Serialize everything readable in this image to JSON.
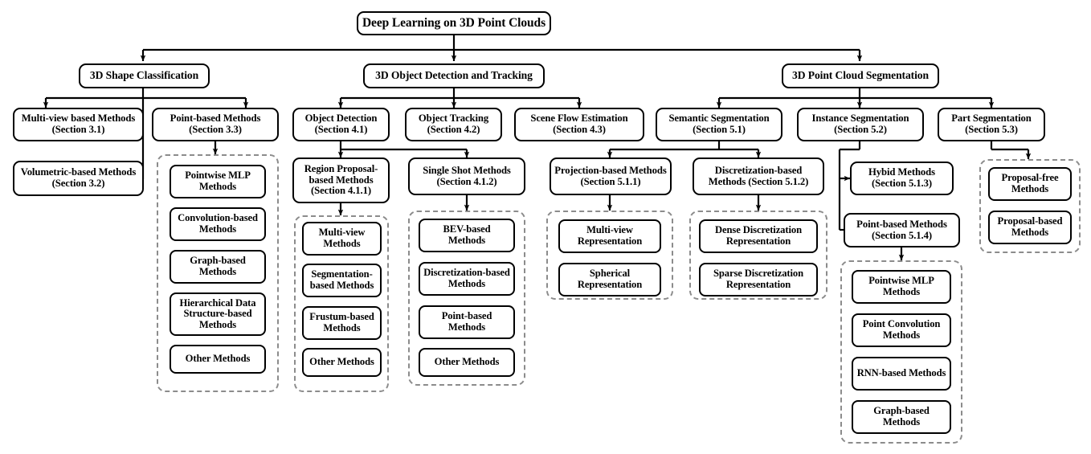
{
  "figure": {
    "type": "taxonomy-tree",
    "root": "Deep Learning on 3D Point Clouds",
    "orientation": "top-down"
  },
  "root": {
    "label": "Deep Learning on 3D Point Clouds"
  },
  "branches": {
    "shape_classification": {
      "label": "3D Shape Classification"
    },
    "object_detection_tracking": {
      "label": "3D Object Detection and Tracking"
    },
    "point_cloud_segmentation": {
      "label": "3D Point Cloud Segmentation"
    }
  },
  "shape_classification": {
    "multi_view": "Multi-view based Methods (Section 3.1)",
    "volumetric": "Volumetric-based Methods (Section 3.2)",
    "point_based": "Point-based Methods (Section 3.3)",
    "point_based_children": [
      "Pointwise MLP Methods",
      "Convolution-based Methods",
      "Graph-based Methods",
      "Hierarchical Data Structure-based Methods",
      "Other Methods"
    ]
  },
  "detection_tracking": {
    "object_detection": "Object Detection (Section 4.1)",
    "object_tracking": "Object Tracking (Section 4.2)",
    "scene_flow": "Scene Flow Estimation (Section 4.3)",
    "region_proposal": "Region Proposal-based Methods (Section 4.1.1)",
    "single_shot": "Single Shot Methods (Section 4.1.2)",
    "region_proposal_children": [
      "Multi-view Methods",
      "Segmentation-based Methods",
      "Frustum-based Methods",
      "Other Methods"
    ],
    "single_shot_children": [
      "BEV-based Methods",
      "Discretization-based Methods",
      "Point-based Methods",
      "Other Methods"
    ]
  },
  "segmentation": {
    "semantic": "Semantic Segmentation (Section 5.1)",
    "instance": "Instance Segmentation (Section 5.2)",
    "part": "Part Segmentation (Section 5.3)",
    "projection_based": "Projection-based Methods (Section 5.1.1)",
    "discretization_based": "Discretization-based Methods (Section 5.1.2)",
    "hybrid": "Hybid Methods (Section 5.1.3)",
    "point_based": "Point-based Methods (Section 5.1.4)",
    "projection_children": [
      "Multi-view Representation",
      "Spherical Representation"
    ],
    "discretization_children": [
      "Dense Discretization Representation",
      "Sparse Discretization Representation"
    ],
    "point_based_children": [
      "Pointwise MLP Methods",
      "Point Convolution Methods",
      "RNN-based Methods",
      "Graph-based Methods"
    ],
    "part_children": [
      "Proposal-free Methods",
      "Proposal-based Methods"
    ]
  },
  "style": {
    "node_border": "#000000",
    "group_border": "#8c8c8c",
    "background": "#ffffff",
    "text": "#000000"
  }
}
